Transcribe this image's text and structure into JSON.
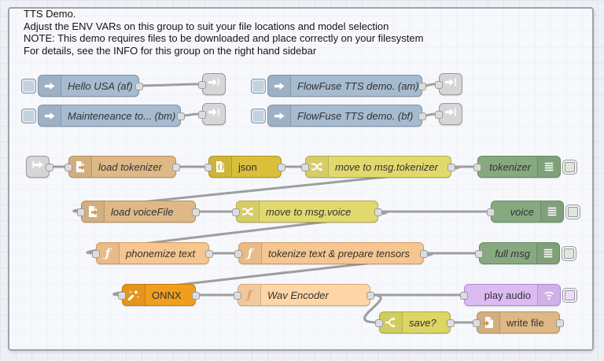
{
  "app": {
    "name": "Node-RED flow editor canvas"
  },
  "group": {
    "comment_lines": [
      "TTS Demo.",
      "Adjust the ENV VARs on this group to suit your file locations and model selection",
      "NOTE: This demo requires files to be downloaded and place correctly on your filesystem",
      "For details, see the INFO for this group on the right hand sidebar"
    ]
  },
  "nodes": {
    "inject_hello": {
      "type": "inject",
      "label": "Hello USA (af)"
    },
    "inject_maint": {
      "type": "inject",
      "label": "Mainteneance to... (bm)"
    },
    "inject_ff_am": {
      "type": "inject",
      "label": "FlowFuse TTS demo. (am)"
    },
    "inject_ff_bf": {
      "type": "inject",
      "label": "FlowFuse TTS demo. (bf)"
    },
    "load_tokenizer": {
      "type": "file-in",
      "label": "load tokenizer"
    },
    "json": {
      "type": "json",
      "label": "json"
    },
    "move_tokenizer": {
      "type": "change",
      "label": "move to msg.tokenizer"
    },
    "tokenizer_debug": {
      "type": "debug",
      "label": "tokenizer"
    },
    "load_voicefile": {
      "type": "file-in",
      "label": "load voiceFile"
    },
    "move_voice": {
      "type": "change",
      "label": "move to msg.voice"
    },
    "voice_debug": {
      "type": "debug",
      "label": "voice"
    },
    "phonemize": {
      "type": "function",
      "label": "phonemize text"
    },
    "tokenize": {
      "type": "function",
      "label": "tokenize text & prepare tensors"
    },
    "full_msg_debug": {
      "type": "debug",
      "label": "full msg"
    },
    "onnx": {
      "type": "onnx",
      "label": "ONNX"
    },
    "wav_encoder": {
      "type": "function",
      "label": "Wav Encoder"
    },
    "play_audio": {
      "type": "audio-out",
      "label": "play audio"
    },
    "save_switch": {
      "type": "switch",
      "label": "save?"
    },
    "write_file": {
      "type": "file-out",
      "label": "write file"
    }
  },
  "palette": {
    "inject": "#a6bbcf",
    "link": "#d6d6d6",
    "file": "#deb887",
    "json": "#d9bf3a",
    "change": "#e2d96e",
    "switch": "#dcd765",
    "debug": "#87a980",
    "function": "#f5c68f",
    "function_light": "#fdd5a7",
    "onnx": "#f09e1e",
    "audio": "#dcbaf2",
    "wire": "#9e9e9e",
    "group_border": "#a2a2aa",
    "grid": "#e1e3ef",
    "canvas_bg": "#eef0f6"
  }
}
